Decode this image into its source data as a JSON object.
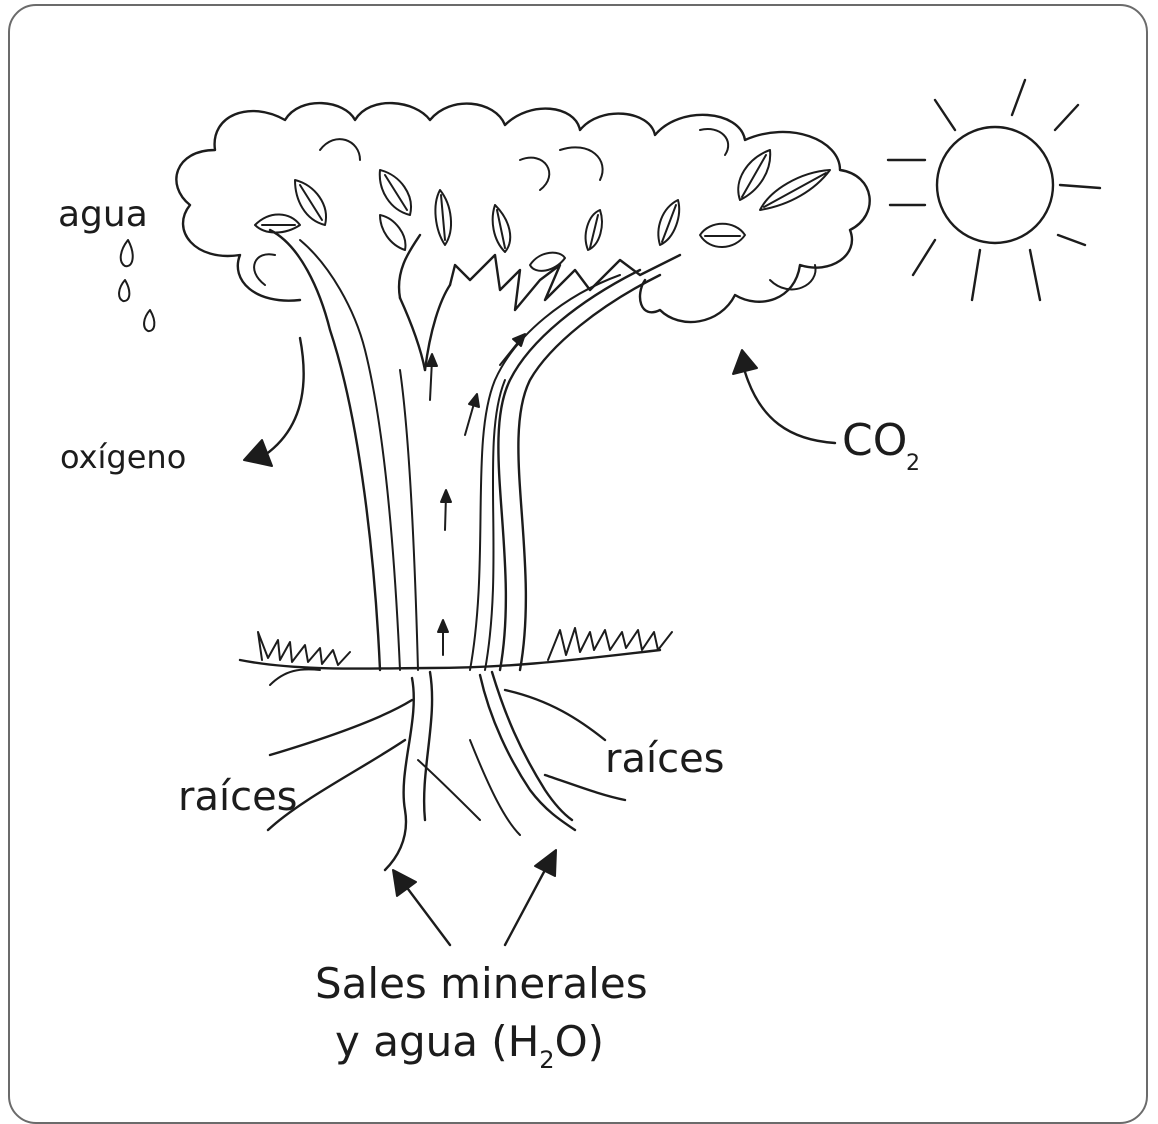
{
  "labels": {
    "agua": "agua",
    "oxigeno": "oxígeno",
    "co2_main": "CO",
    "co2_sub": "2",
    "raices_left": "raíces",
    "raices_right": "raíces",
    "sales_line1": "Sales minerales",
    "sales_line2_a": "y agua (H",
    "sales_line2_sub": "2",
    "sales_line2_b": "O)"
  },
  "colors": {
    "ink": "#1c1c1c",
    "border": "#6b6b6b",
    "background": "#ffffff"
  }
}
